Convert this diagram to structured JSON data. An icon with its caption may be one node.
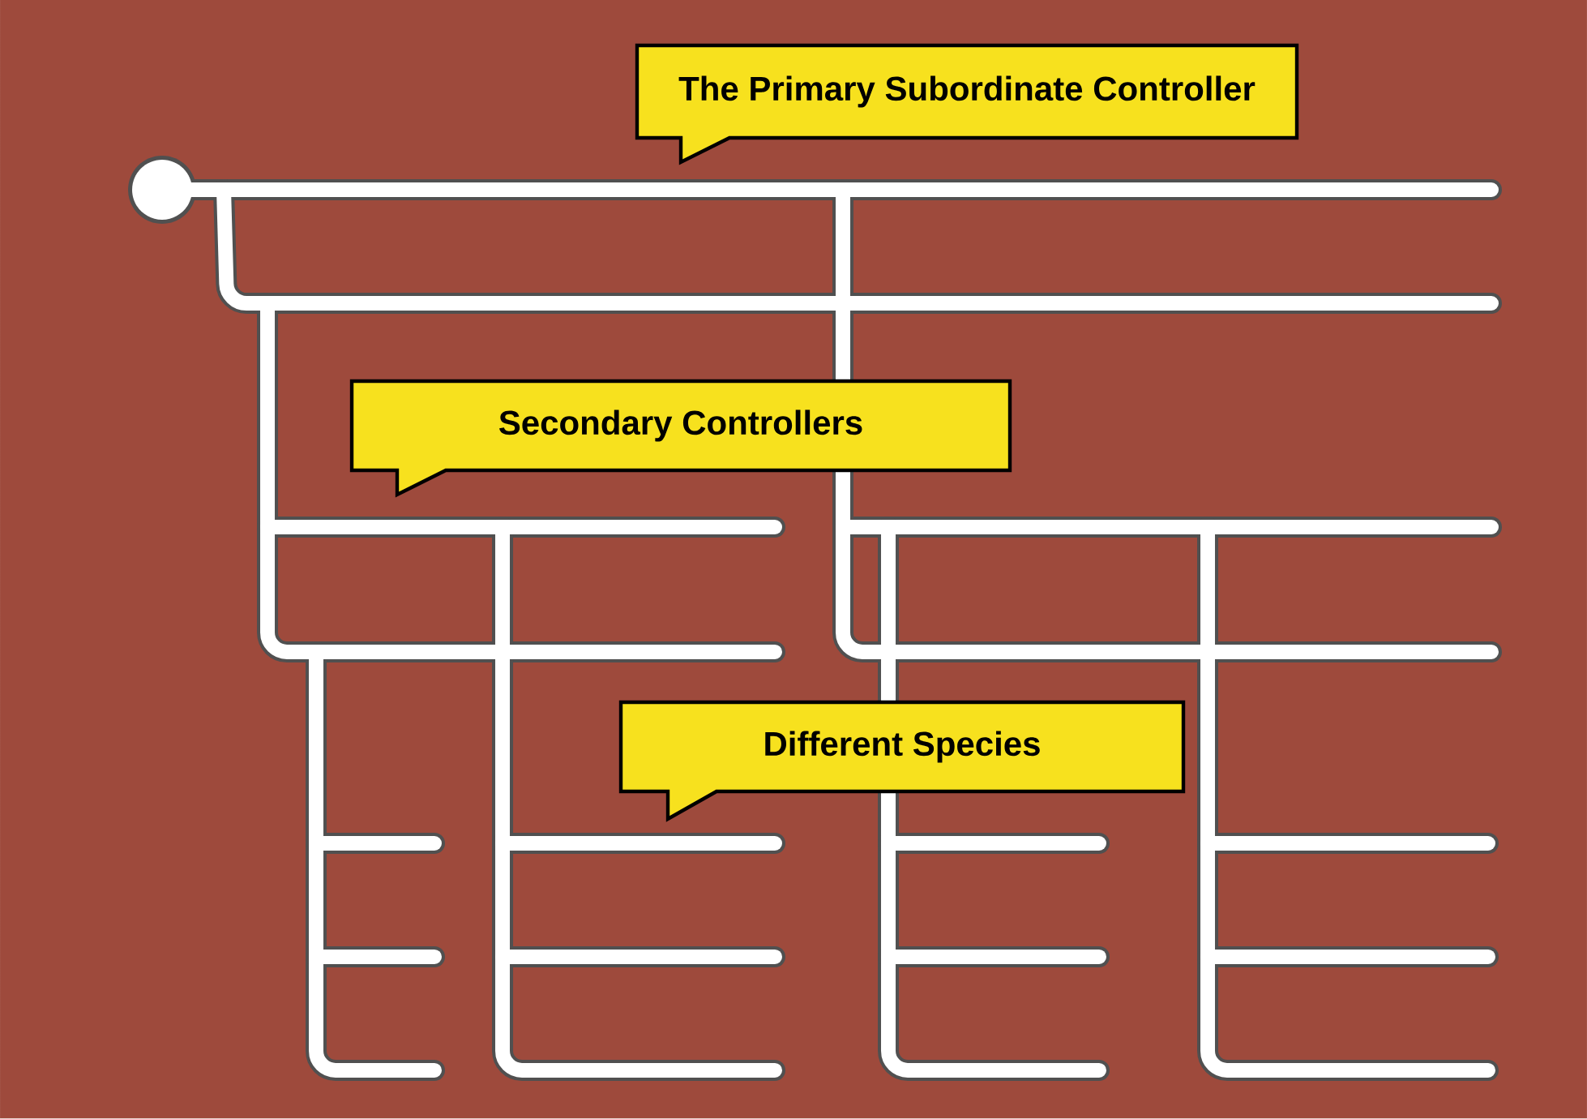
{
  "diagram": {
    "nodes": [
      {
        "text": [
          "The Primary Subordinate Controller"
        ]
      },
      {
        "text": [
          "Secondary Controllers"
        ]
      },
      {
        "text": [
          "Different Species"
        ]
      }
    ]
  }
}
